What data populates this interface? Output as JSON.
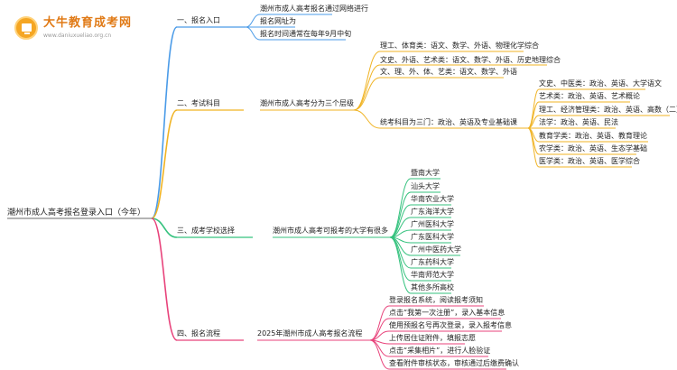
{
  "logo": {
    "title": "大牛教育成考网",
    "url": "www.daniuxueliao.org.cn"
  },
  "colors": {
    "branch1": "#4a9be8",
    "branch2": "#f0b323",
    "branch3": "#35c27e",
    "branch4": "#e8437b",
    "root": "#888888"
  },
  "root": "潮州市成人高考报名登录入口（今年）",
  "branches": [
    {
      "label": "一、报名入口",
      "items": [
        "潮州市成人高考报名通过网络进行",
        "报名网址为",
        "报名时间通常在每年9月中旬"
      ]
    },
    {
      "label": "二、考试科目",
      "sub": "潮州市成人高考分为三个层级",
      "items": [
        "理工、体育类：语文、数学、外语、物理化学综合",
        "文史、外语、艺术类：语文、数学、外语、历史地理综合",
        "文、理、外、体、艺类：语文、数学、外语",
        "统考科目为三门：政治、英语及专业基础课"
      ],
      "leaves": [
        "文史、中医类：政治、英语、大学语文",
        "艺术类：政治、英语、艺术概论",
        "理工、经济管理类：政治、英语、高数（二）",
        "法学：政治、英语、民法",
        "教育学类：政治、英语、教育理论",
        "农学类：政治、英语、生态学基础",
        "医学类：政治、英语、医学综合"
      ]
    },
    {
      "label": "三、成考学校选择",
      "sub": "潮州市成人高考可报考的大学有很多",
      "items": [
        "暨南大学",
        "汕头大学",
        "华南农业大学",
        "广东海洋大学",
        "广州医科大学",
        "广东医科大学",
        "广州中医药大学",
        "广东药科大学",
        "华南师范大学",
        "其他多所高校"
      ]
    },
    {
      "label": "四、报名流程",
      "sub": "2025年潮州市成人高考报名流程",
      "items": [
        "登录报名系统，阅读报考须知",
        "点击“我第一次注册”，录入基本信息",
        "使用预报名号再次登录，录入报考信息",
        "上传居住证附件，填报志愿",
        "点击“采集相片”，进行人脸验证",
        "查看附件审核状态，审核通过后缴费确认"
      ]
    }
  ]
}
